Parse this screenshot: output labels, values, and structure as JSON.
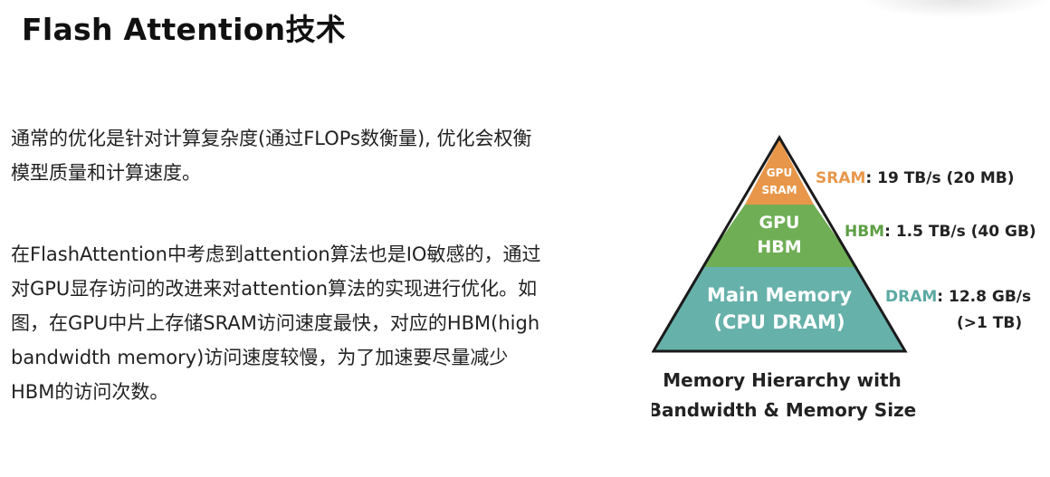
{
  "title": "Flash Attention技术",
  "paragraphs": [
    "通常的优化是针对计算复杂度(通过FLOPs数衡量), 优化会权衡\n模型质量和计算速度。",
    "在FlashAttention中考虑到attention算法也是IO敏感的，通过\n对GPU显存访问的改进来对attention算法的实现进行优化。如\n图，在GPU中片上存储SRAM访问速度最快，对应的HBM(high\nbandwidth memory)访问速度较慢，为了加速要尽量减少\nHBM的访问次数。"
  ],
  "pyramid": {
    "levels": [
      {
        "id": "sram",
        "lines": [
          "GPU",
          "SRAM"
        ],
        "color": "#E8974A",
        "name": "SRAM",
        "name_color": "#E8974A",
        "spec": ": 19 TB/s (20 MB)",
        "spec2": ""
      },
      {
        "id": "hbm",
        "lines": [
          "GPU",
          "HBM"
        ],
        "color": "#6FAE55",
        "name": "HBM",
        "name_color": "#5E9F45",
        "spec": ": 1.5 TB/s (40 GB)",
        "spec2": ""
      },
      {
        "id": "dram",
        "lines": [
          "Main Memory",
          "(CPU DRAM)"
        ],
        "color": "#66B1AA",
        "name": "DRAM",
        "name_color": "#5AAAA3",
        "spec": ": 12.8 GB/s",
        "spec2": "(>1 TB)"
      }
    ],
    "caption": [
      "Memory Hierarchy with",
      "Bandwidth & Memory Size"
    ]
  }
}
